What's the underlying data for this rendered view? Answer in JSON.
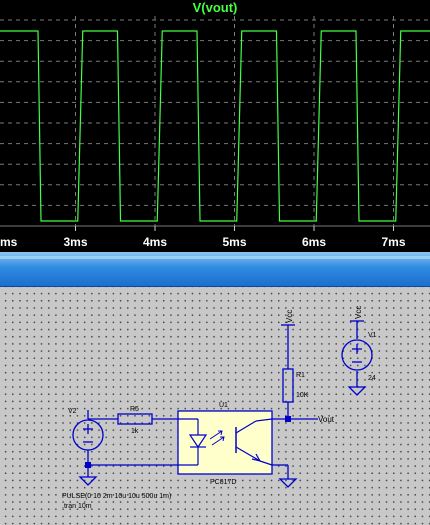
{
  "plot": {
    "title": "V(vout)",
    "x_tick_labels": [
      "ms",
      "3ms",
      "4ms",
      "5ms",
      "6ms",
      "7ms"
    ],
    "trace_color": "#44ff44"
  },
  "chart_data": {
    "type": "line",
    "title": "V(vout)",
    "x_ticks": [
      "ms",
      "3ms",
      "4ms",
      "5ms",
      "6ms",
      "7ms"
    ],
    "series": [
      {
        "name": "V(vout)",
        "shape": "square-wave",
        "period_ms": 1,
        "high_ms": 0.5,
        "low": "near 0",
        "high": "near Vcc"
      }
    ],
    "grid": true
  },
  "schematic": {
    "vcc_labels": [
      "Vcc",
      "Vcc"
    ],
    "v1": {
      "name": "V1",
      "value": "24"
    },
    "v2": {
      "name": "V2"
    },
    "r1": {
      "name": "R1",
      "value": "10K"
    },
    "r5": {
      "name": "R5",
      "value": "1k"
    },
    "u1": {
      "name": "U1",
      "part": "PC817D"
    },
    "net_vout": "Vout",
    "pulse_directive": "PULSE(0 10 2m 10u 10u 500u 1m)",
    "tran_directive": ".tran 10m"
  }
}
